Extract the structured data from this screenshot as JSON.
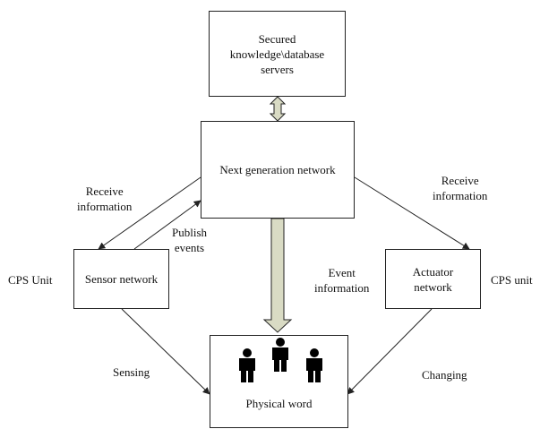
{
  "nodes": {
    "servers": {
      "lines": [
        "Secured",
        "knowledge\\database",
        "servers"
      ]
    },
    "network": {
      "label": "Next generation network"
    },
    "sensor": {
      "label": "Sensor network"
    },
    "actuator": {
      "lines": [
        "Actuator",
        "network"
      ]
    },
    "physical": {
      "label": "Physical word"
    }
  },
  "labels": {
    "receive_left": [
      "Receive",
      "information"
    ],
    "receive_right": [
      "Receive",
      "information"
    ],
    "publish": [
      "Publish",
      "events"
    ],
    "event": [
      "Event",
      "information"
    ],
    "cps_left": "CPS Unit",
    "cps_right": "CPS unit",
    "sensing": "Sensing",
    "changing": "Changing"
  },
  "icons": {
    "people": "person-icon"
  },
  "colors": {
    "thick_arrow_fill": "#d9dbc4",
    "stroke": "#222222"
  }
}
